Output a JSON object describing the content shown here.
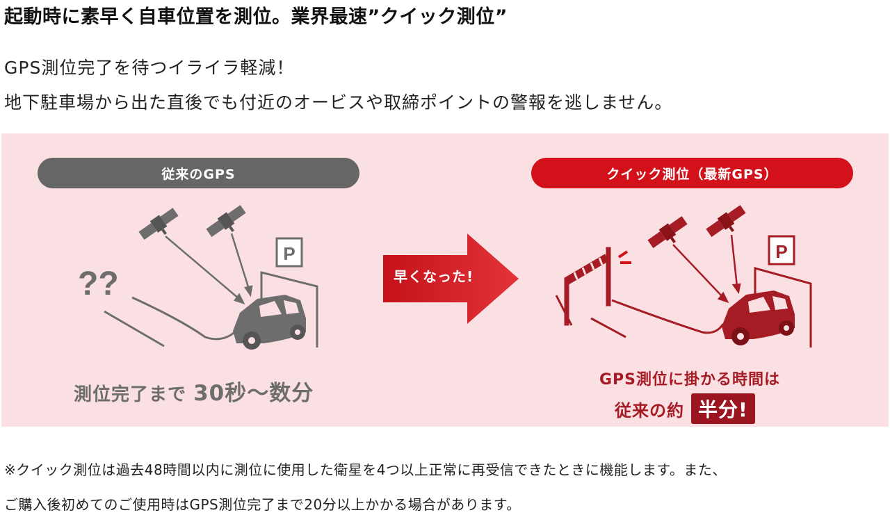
{
  "headline": "起動時に素早く自車位置を測位。業界最速”クイック測位”",
  "lead": {
    "line1": "GPS測位完了を待つイライラ軽減！",
    "line2": "地下駐車場から出た直後でも付近のオービスや取締ポイントの警報を逃しません。"
  },
  "comparison": {
    "old": {
      "label": "従来のGPS",
      "question_marks": "??",
      "parking_sign": "P",
      "caption_prefix": "測位完了まで",
      "caption_value": "30秒～数分"
    },
    "arrow_label": "早くなった!",
    "new": {
      "label": "クイック測位（最新GPS）",
      "parking_sign": "P",
      "caption_line1": "GPS測位に掛かる時間は",
      "caption_line2_prefix": "従来の約",
      "caption_badge": "半分!"
    }
  },
  "notes": {
    "line1": "※クイック測位は過去48時間以内に測位に使用した衛星を4つ以上正常に再受信できたときに機能します。また、",
    "line2": "ご購入後初めてのご使用時はGPS測位完了まで20分以上かかる場合があります。"
  },
  "colors": {
    "panel_bg": "#fbe0e3",
    "old_gray": "#666666",
    "new_red": "#d3111b",
    "dark_red": "#9b1520"
  }
}
